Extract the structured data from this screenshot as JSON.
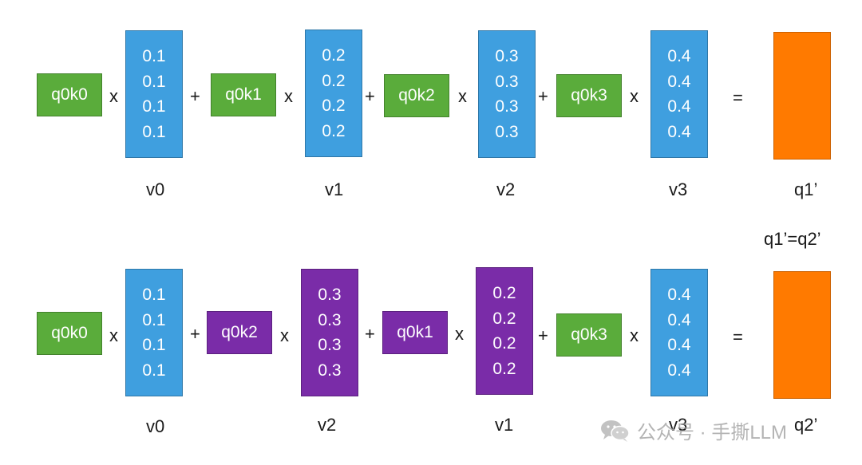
{
  "row1": {
    "terms": [
      {
        "key": "q0k0",
        "vector_label": "v0",
        "values": [
          "0.1",
          "0.1",
          "0.1",
          "0.1"
        ]
      },
      {
        "key": "q0k1",
        "vector_label": "v1",
        "values": [
          "0.2",
          "0.2",
          "0.2",
          "0.2"
        ]
      },
      {
        "key": "q0k2",
        "vector_label": "v2",
        "values": [
          "0.3",
          "0.3",
          "0.3",
          "0.3"
        ]
      },
      {
        "key": "q0k3",
        "vector_label": "v3",
        "values": [
          "0.4",
          "0.4",
          "0.4",
          "0.4"
        ]
      }
    ],
    "result_label": "q1’"
  },
  "row2": {
    "terms": [
      {
        "key": "q0k0",
        "vector_label": "v0",
        "values": [
          "0.1",
          "0.1",
          "0.1",
          "0.1"
        ]
      },
      {
        "key": "q0k2",
        "vector_label": "v2",
        "values": [
          "0.3",
          "0.3",
          "0.3",
          "0.3"
        ]
      },
      {
        "key": "q0k1",
        "vector_label": "v1",
        "values": [
          "0.2",
          "0.2",
          "0.2",
          "0.2"
        ]
      },
      {
        "key": "q0k3",
        "vector_label": "v3",
        "values": [
          "0.4",
          "0.4",
          "0.4",
          "0.4"
        ]
      }
    ],
    "result_label": "q2’"
  },
  "operators": {
    "times": "x",
    "plus": "+",
    "equals": "="
  },
  "equality_note": "q1’=q2’",
  "watermark": "公众号 · 手撕LLM",
  "colors": {
    "green": "#5aac3b",
    "blue": "#3f9fdf",
    "purple": "#7a2ca8",
    "orange": "#ff7a00"
  }
}
